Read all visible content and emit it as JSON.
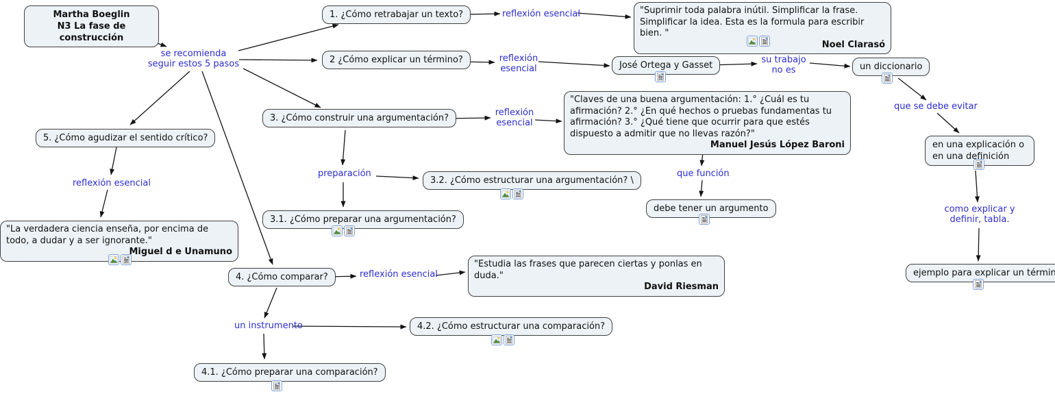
{
  "root": {
    "line1": "Martha Boeglin",
    "line2": "N3 La fase de construcción"
  },
  "nodes": {
    "q1": {
      "label": "1. ¿Cómo retrabajar un texto?"
    },
    "q2": {
      "label": "2 ¿Cómo explicar un término?"
    },
    "q3": {
      "label": "3. ¿Cómo construir una argumentación?"
    },
    "q31": {
      "label": "3.1. ¿Cómo preparar una argumentación?"
    },
    "q32": {
      "label": "3.2. ¿Cómo estructurar una argumentación? \\"
    },
    "q4": {
      "label": "4. ¿Cómo comparar?"
    },
    "q41": {
      "label": "4.1. ¿Cómo preparar una comparación?"
    },
    "q42": {
      "label": "4.2. ¿Cómo estructurar una comparación?"
    },
    "q5": {
      "label": "5. ¿Cómo agudizar el sentido crítico?"
    },
    "jose": {
      "label": "José Ortega y Gasset"
    },
    "diccionario": {
      "label": "un diccionario"
    },
    "argumento": {
      "label": "debe tener un argumento"
    },
    "explicacion": {
      "label": "en una explicación o en una definición"
    },
    "ejemplo": {
      "label": "ejemplo para explicar un término"
    }
  },
  "quotes": {
    "claraso": {
      "text": "\"Suprimir toda palabra inútil. Simplificar la frase. Simplificar la idea. Esta es la formula para escribir bien. \"",
      "author": "Noel Clarasó"
    },
    "baroni": {
      "text": "\"Claves de una buena argumentación: 1.° ¿Cuál es tu afirmación? 2.° ¿En qué hechos o pruebas fundamentas tu afirmación? 3.° ¿Qué tiene que ocurrir para que estés dispuesto a admitir que no llevas razón?\"",
      "author": "Manuel Jesús López Baroni"
    },
    "unamuno": {
      "text": "\"La verdadera ciencia enseña, por encima de todo, a dudar y a ser ignorante.\"",
      "author": "Miguel d e Unamuno"
    },
    "riesman": {
      "text": "\"Estudia las frases que parecen ciertas y ponlas en duda.\"",
      "author": "David Riesman"
    }
  },
  "links": {
    "se_recomienda": "se recomienda seguir estos 5 pasos",
    "reflexion_1": "reflexión esencial",
    "reflexion_2": "reflexión esencial",
    "reflexion_3": "reflexión esencial",
    "reflexion_4": "reflexión esencial",
    "reflexion_5": "reflexión esencial",
    "su_trabajo": "su trabajo no es",
    "que_se_debe_evitar": "que se debe evitar",
    "como_explicar": "como explicar y definir, tabla.",
    "que_funcion": "que función",
    "preparacion": "preparación",
    "un_instrumento": "un instrumento"
  },
  "colors": {
    "node_fill": "#ecf2f6",
    "node_border": "#404040",
    "link_text": "#2d2dcf",
    "line": "#141414",
    "background": "#ffffff"
  },
  "icons": {
    "image": "image-resource",
    "document": "document-resource"
  }
}
